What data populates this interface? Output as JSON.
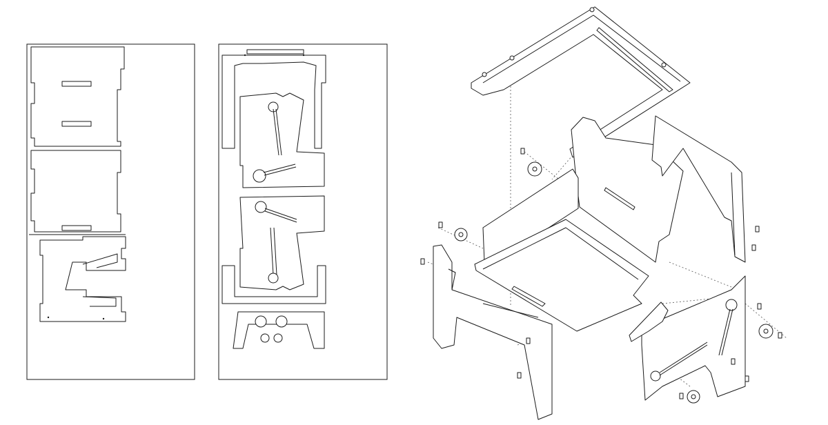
{
  "figure": {
    "panels": [
      "cutting-sheet-1",
      "cutting-sheet-2",
      "exploded-assembly"
    ],
    "line_color": "#1a1a1a",
    "background": "#ffffff"
  }
}
